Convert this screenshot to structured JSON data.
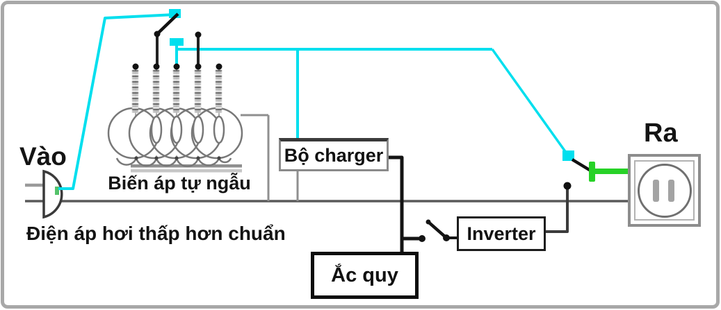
{
  "labels": {
    "input": "Vào",
    "output": "Ra",
    "transformer": "Biến áp tự ngẫu",
    "note": "Điện áp hơi thấp hơn chuẩn"
  },
  "components": {
    "charger": {
      "label": "Bộ charger"
    },
    "inverter": {
      "label": "Inverter"
    },
    "battery": {
      "label": "Ắc quy"
    }
  },
  "colors": {
    "stabilizer_path": "#00dfee",
    "inverter_feed": "#27d227",
    "mains_wire": "#5a5a5a",
    "dc_wire": "#141414",
    "transformer_wire": "#8f8f8f"
  },
  "icons": {
    "plug": "power-plug-icon",
    "socket": "power-socket-icon",
    "winding": "autotransformer-winding-icon",
    "tap_selector": "tap-selector-switch-icon",
    "inverter_switch": "inverter-switch-icon",
    "transfer_switch": "output-transfer-switch-icon"
  }
}
